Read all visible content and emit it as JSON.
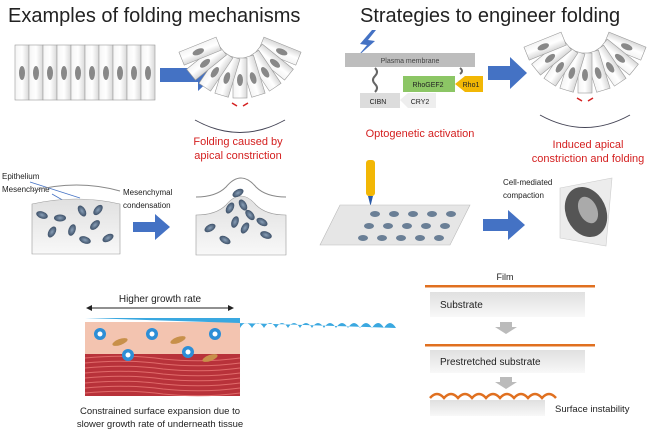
{
  "left_panel": {
    "title": "Examples of folding mechanisms",
    "apical": {
      "caption_line1": "Folding caused by",
      "caption_line2": "apical constriction"
    },
    "mesenchymal": {
      "label_epithelium": "Epithelium",
      "label_mesenchyme": "Mesenchyme",
      "process_line1": "Mesenchymal",
      "process_line2": "condensation"
    },
    "growth": {
      "top_label": "Higher growth rate",
      "caption_line1": "Constrained surface expansion due to",
      "caption_line2": "slower growth rate of underneath tissue"
    }
  },
  "right_panel": {
    "title": "Strategies to engineer folding",
    "optogenetic": {
      "membrane": "Plasma membrane",
      "rhogef2": "RhoGEF2",
      "rho1": "Rho1",
      "cibn": "CIBN",
      "cry2": "CRY2",
      "caption": "Optogenetic activation",
      "result_line1": "Induced apical",
      "result_line2": "constriction and folding"
    },
    "compaction": {
      "label_line1": "Cell-mediated",
      "label_line2": "compaction"
    },
    "instability": {
      "film": "Film",
      "substrate": "Substrate",
      "prestretched": "Prestretched substrate",
      "result": "Surface instability"
    }
  },
  "colors": {
    "arrow": "#4472c4",
    "caption_red": "#d42020",
    "film": "#e07020",
    "green": "#8cc665",
    "yellow": "#f2b705"
  }
}
